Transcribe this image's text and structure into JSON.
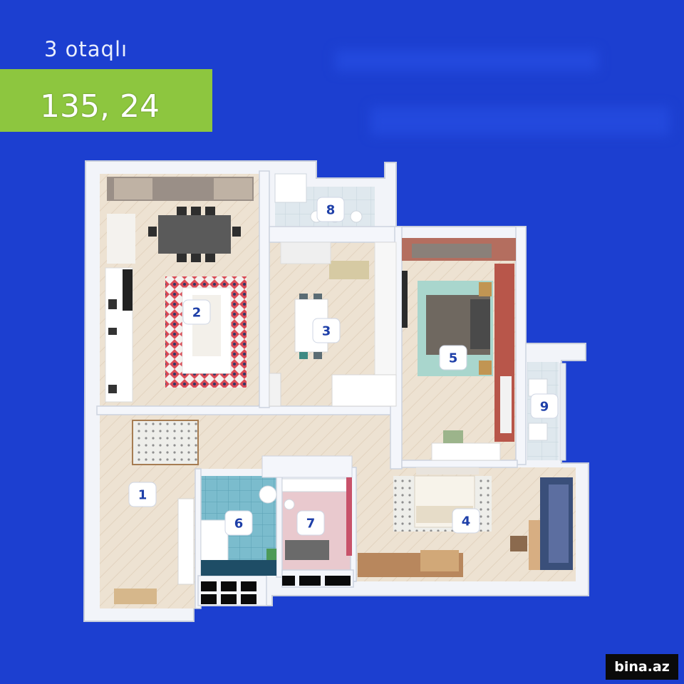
{
  "header": {
    "room_count_label": "3 otaqlı",
    "area_value": "135, 24"
  },
  "colors": {
    "background": "#1c3fd0",
    "banner": "#8dc63f",
    "wall": "#f1f3f8",
    "floor_wood": "#ece0cf",
    "floor_tile": "#d9e6ee",
    "rug_red": "#d94a55",
    "bedroom_accent": "#b8564a",
    "bathroom_tile": "#6fb6c8",
    "marker_fill": "#ffffff",
    "marker_text": "#1e3fa8"
  },
  "rooms": [
    {
      "number": "1"
    },
    {
      "number": "2"
    },
    {
      "number": "3"
    },
    {
      "number": "4"
    },
    {
      "number": "5"
    },
    {
      "number": "6"
    },
    {
      "number": "7"
    },
    {
      "number": "8"
    },
    {
      "number": "9"
    }
  ],
  "watermark": "bina.az"
}
